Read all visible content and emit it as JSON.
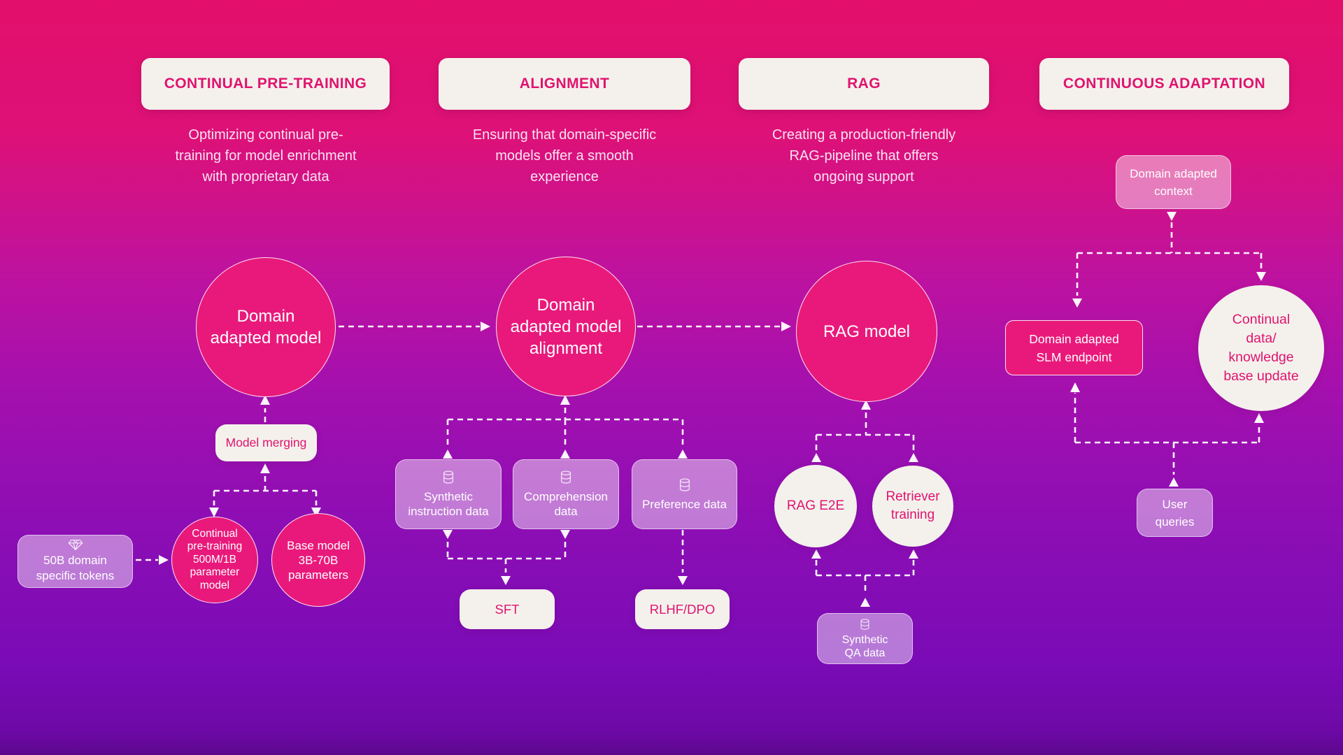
{
  "headers": [
    {
      "label": "CONTINUAL PRE-TRAINING"
    },
    {
      "label": "ALIGNMENT"
    },
    {
      "label": "RAG"
    },
    {
      "label": "CONTINUOUS ADAPTATION"
    }
  ],
  "descriptions": [
    {
      "lines": [
        "Optimizing continual pre-",
        "training for model enrichment",
        "with proprietary data"
      ]
    },
    {
      "lines": [
        "Ensuring that domain-specific",
        "models offer a smooth",
        "experience"
      ]
    },
    {
      "lines": [
        "Creating a production-friendly",
        "RAG-pipeline that offers",
        "ongoing support"
      ]
    }
  ],
  "nodes": {
    "domain_adapted_model": {
      "lines": [
        "Domain",
        "adapted model"
      ]
    },
    "model_merging": {
      "label": "Model merging"
    },
    "domain_tokens": {
      "lines": [
        "50B domain",
        "specific tokens"
      ],
      "icon": "diamond-icon"
    },
    "continual_pretraining_model": {
      "lines": [
        "Continual",
        "pre-training",
        "500M/1B",
        "parameter",
        "model"
      ]
    },
    "base_model": {
      "lines": [
        "Base model",
        "3B-70B",
        "parameters"
      ]
    },
    "domain_adapted_model_alignment": {
      "lines": [
        "Domain",
        "adapted model",
        "alignment"
      ]
    },
    "synthetic_instruction_data": {
      "lines": [
        "Synthetic",
        "instruction data"
      ],
      "icon": "database-icon"
    },
    "comprehension_data": {
      "lines": [
        "Comprehension",
        "data"
      ],
      "icon": "database-icon"
    },
    "preference_data": {
      "lines": [
        "Preference data"
      ],
      "icon": "database-icon"
    },
    "sft": {
      "label": "SFT"
    },
    "rlhf_dpo": {
      "label": "RLHF/DPO"
    },
    "rag_model": {
      "label": "RAG model"
    },
    "rag_e2e": {
      "label": "RAG E2E"
    },
    "retriever_training": {
      "lines": [
        "Retriever",
        "training"
      ]
    },
    "synthetic_qa_data": {
      "lines": [
        "Synthetic",
        "QA data"
      ],
      "icon": "database-icon"
    },
    "domain_adapted_context": {
      "lines": [
        "Domain adapted",
        "context"
      ]
    },
    "domain_adapted_slm_endpoint": {
      "lines": [
        "Domain adapted",
        "SLM endpoint"
      ]
    },
    "continual_data_update": {
      "lines": [
        "Continual",
        "data/",
        "knowledge",
        "base update"
      ]
    },
    "user_queries": {
      "lines": [
        "User",
        "queries"
      ]
    }
  },
  "colors": {
    "accent_pink": "#e0136f",
    "node_pink": "#e9197b",
    "off_white": "#f4f1ec",
    "background_top": "#e30f6b",
    "background_bottom": "#6d09a6"
  }
}
